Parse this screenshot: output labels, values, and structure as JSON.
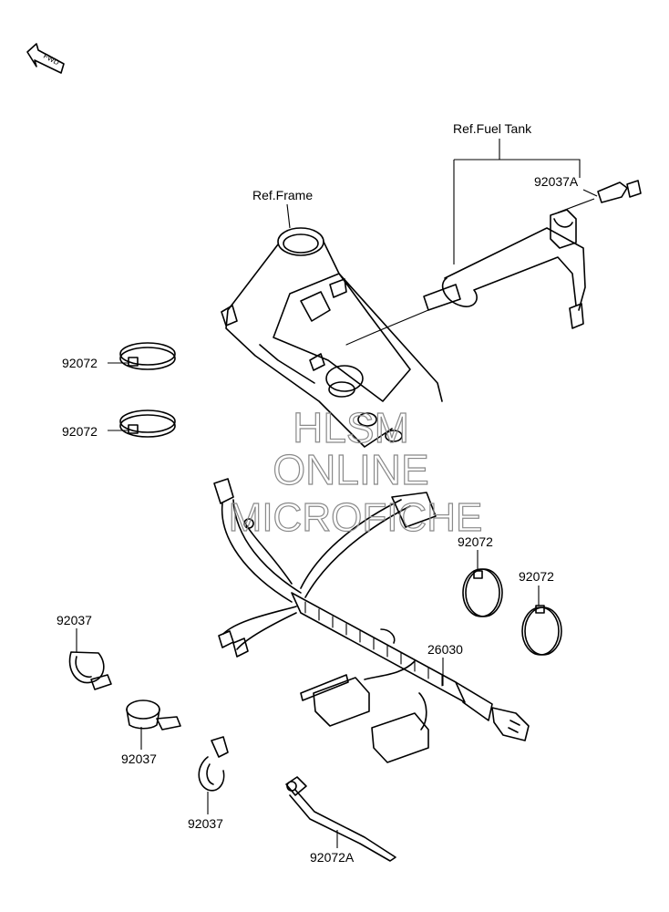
{
  "fwd_label": "FWD",
  "reference_labels": {
    "frame": "Ref.Frame",
    "fuel_tank": "Ref.Fuel Tank"
  },
  "part_labels": {
    "bolt": "92037A",
    "band_upper": "92072",
    "band_lower": "92072",
    "band_right_a": "92072",
    "band_right_b": "92072",
    "harness": "26030",
    "clamp_a": "92037",
    "clamp_b": "92037",
    "clamp_c": "92037",
    "tie": "92072A"
  },
  "watermark": {
    "line1": "HLSM",
    "line2": "ONLINE",
    "line3": "MICROFICHE"
  }
}
